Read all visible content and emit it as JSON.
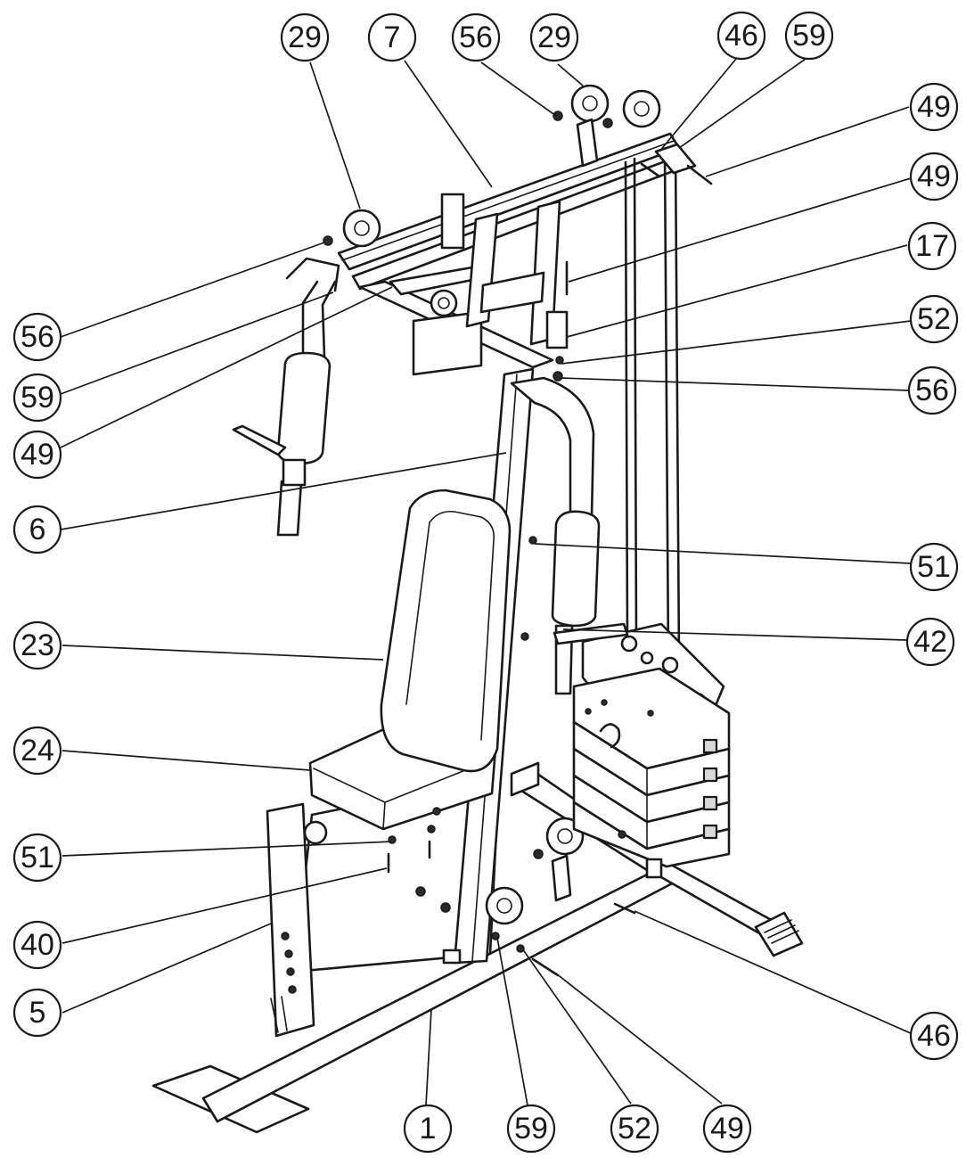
{
  "callouts": [
    {
      "id": "c1",
      "label": "29"
    },
    {
      "id": "c2",
      "label": "7"
    },
    {
      "id": "c3",
      "label": "56"
    },
    {
      "id": "c4",
      "label": "29"
    },
    {
      "id": "c5",
      "label": "46"
    },
    {
      "id": "c6",
      "label": "59"
    },
    {
      "id": "c7",
      "label": "49"
    },
    {
      "id": "c8",
      "label": "49"
    },
    {
      "id": "c9",
      "label": "17"
    },
    {
      "id": "c10",
      "label": "52"
    },
    {
      "id": "c11",
      "label": "56"
    },
    {
      "id": "c12",
      "label": "56"
    },
    {
      "id": "c13",
      "label": "59"
    },
    {
      "id": "c14",
      "label": "49"
    },
    {
      "id": "c15",
      "label": "6"
    },
    {
      "id": "c16",
      "label": "51"
    },
    {
      "id": "c17",
      "label": "42"
    },
    {
      "id": "c18",
      "label": "23"
    },
    {
      "id": "c19",
      "label": "24"
    },
    {
      "id": "c20",
      "label": "51"
    },
    {
      "id": "c21",
      "label": "40"
    },
    {
      "id": "c22",
      "label": "5"
    },
    {
      "id": "c23",
      "label": "46"
    },
    {
      "id": "c24",
      "label": "1"
    },
    {
      "id": "c25",
      "label": "59"
    },
    {
      "id": "c26",
      "label": "52"
    },
    {
      "id": "c27",
      "label": "49"
    }
  ]
}
